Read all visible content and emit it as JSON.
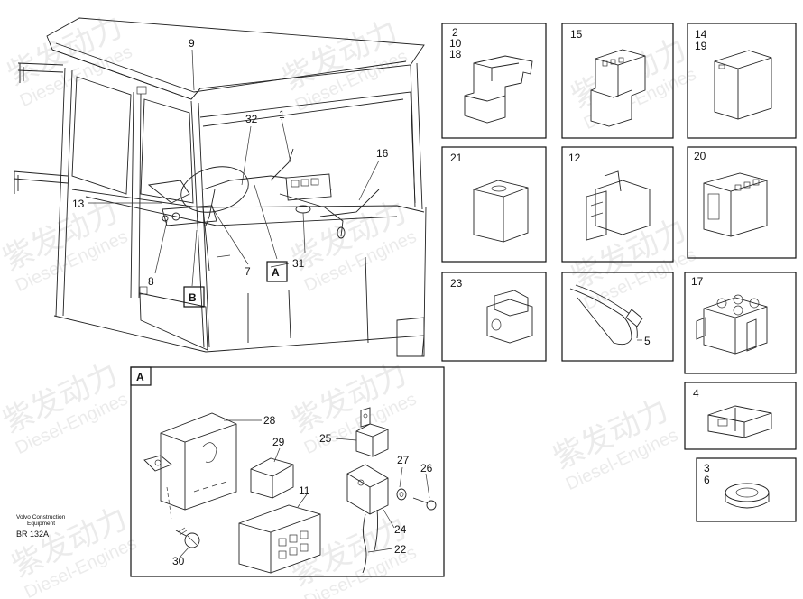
{
  "main_callouts": [
    "9",
    "32",
    "1",
    "16",
    "13",
    "8",
    "7",
    "31"
  ],
  "detail_flags": {
    "a": "A",
    "b": "B",
    "detail_a_header": "A"
  },
  "boxes": {
    "b1": [
      "2",
      "10",
      "18"
    ],
    "b2": [
      "15"
    ],
    "b3": [
      "14",
      "19"
    ],
    "b4": [
      "21"
    ],
    "b5": [
      "12"
    ],
    "b6": [
      "20"
    ],
    "b7": [
      "23"
    ],
    "b8": [
      "5"
    ],
    "b9": [
      "17"
    ],
    "b10": [
      "4"
    ],
    "b11": [
      "3",
      "6"
    ]
  },
  "detail_a_callouts": [
    "28",
    "29",
    "25",
    "27",
    "26",
    "11",
    "24",
    "22",
    "30"
  ],
  "footer": {
    "line1": "Volvo Construction",
    "line2": "Equipment",
    "code": "BR 132A"
  },
  "watermark": {
    "cn": "紫发动力",
    "en": "Diesel-Engines"
  }
}
